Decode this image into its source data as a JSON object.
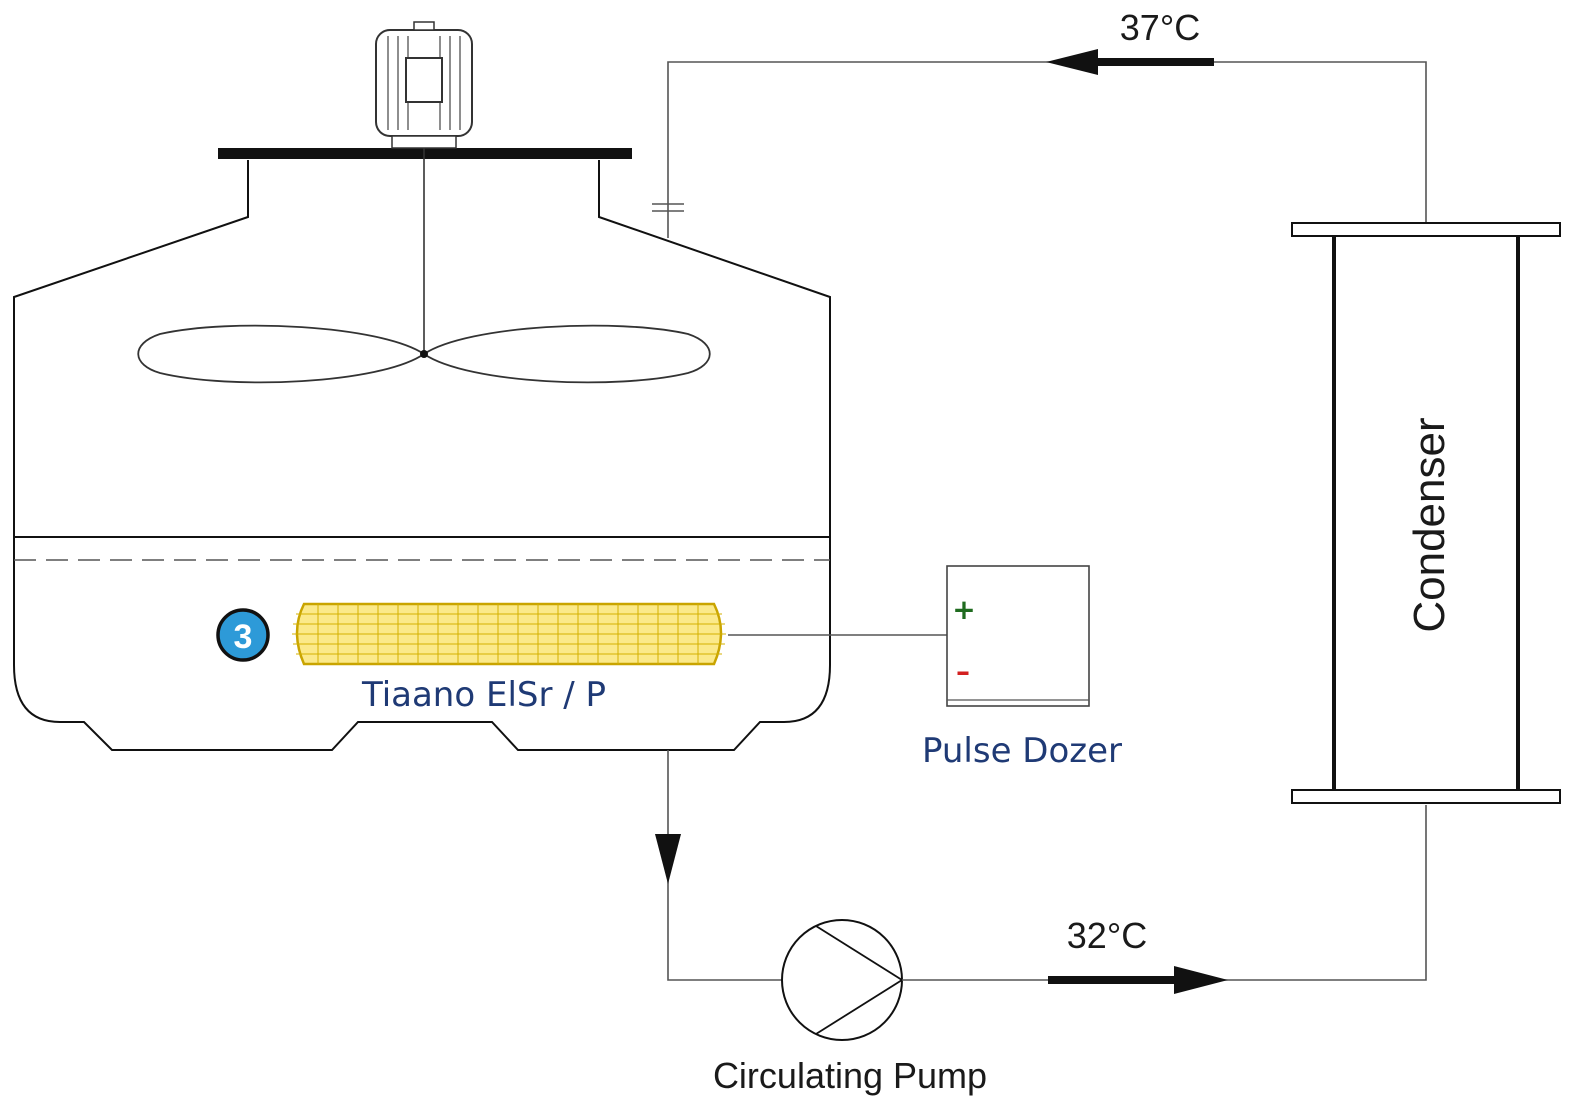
{
  "labels": {
    "top_temp": "37°C",
    "bottom_temp": "32°C",
    "condenser": "Condenser",
    "electrode": "Tiaano ElSr / P",
    "pulse_dozer": "Pulse Dozer",
    "pump": "Circulating Pump",
    "marker_number": "3",
    "plus_sign": "+",
    "minus_sign": "–"
  },
  "colors": {
    "line": "#555555",
    "outline": "#111111",
    "label_blue": "#1f3a75",
    "marker_blue": "#2d9ad8",
    "electrode_fill": "#fbe98a",
    "electrode_stroke": "#c9a400",
    "plus_green": "#1f6b1f",
    "minus_red": "#d32020"
  },
  "icons": {
    "motor": "motor-icon",
    "fan": "fan-blade-icon",
    "pump": "pump-icon",
    "flow_arrow": "arrow-icon"
  }
}
